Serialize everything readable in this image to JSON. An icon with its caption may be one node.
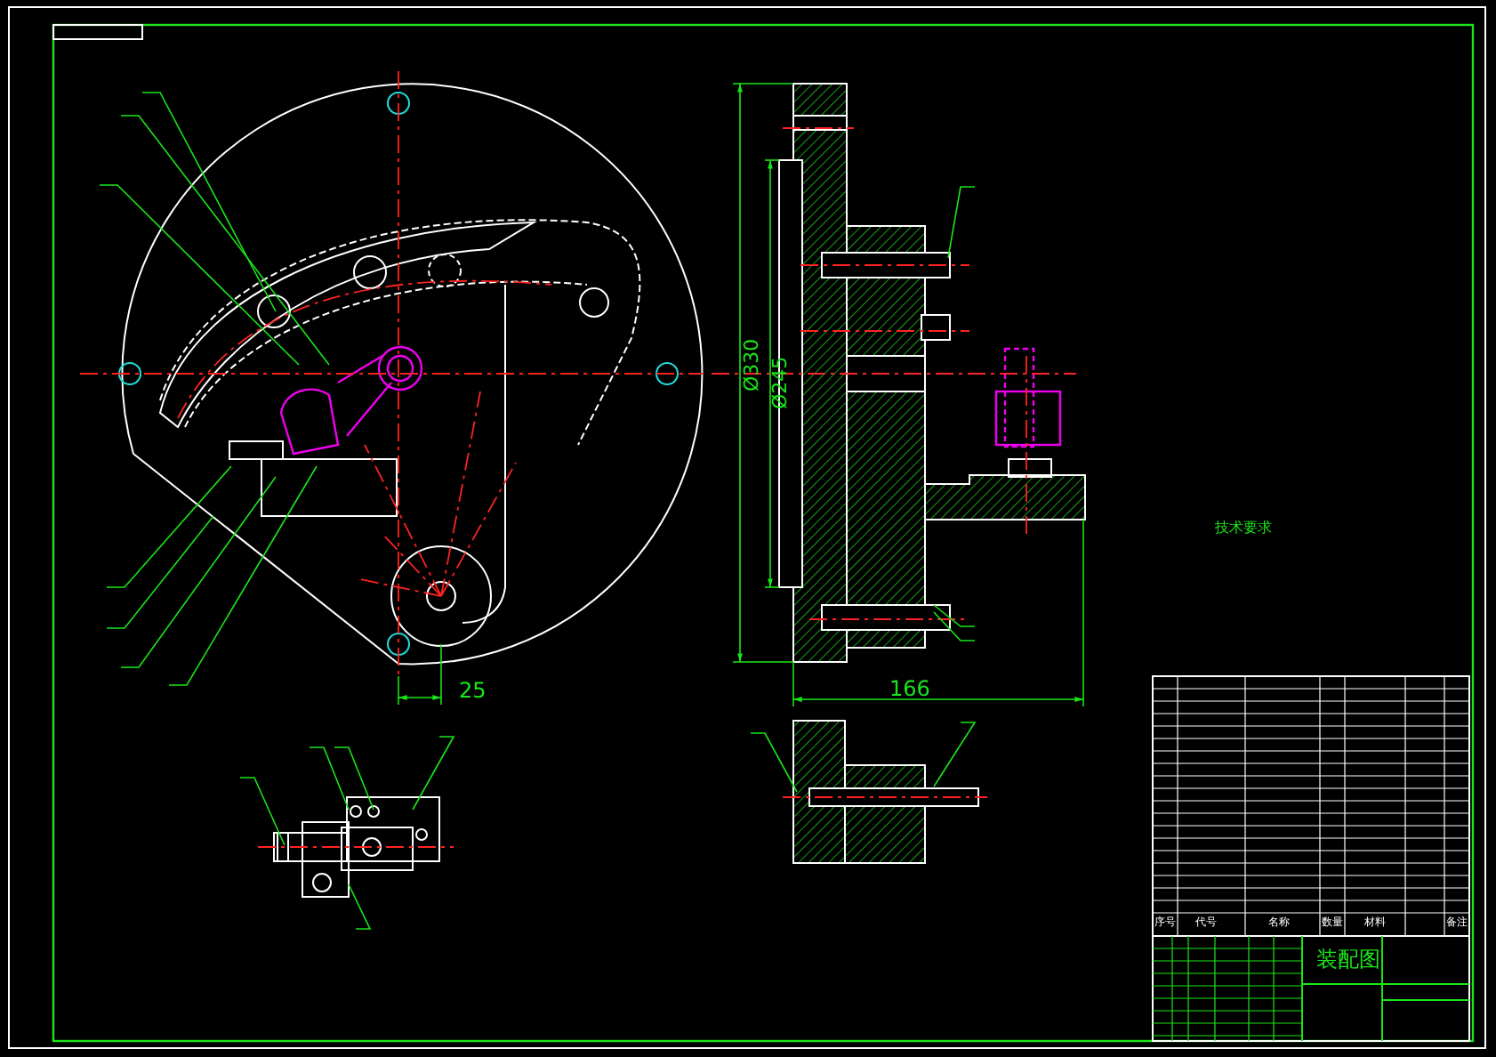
{
  "diagram": {
    "labels": [
      "Ø330",
      "Ø245",
      "技术要求",
      "25",
      "166",
      "序号",
      "代号",
      "名称",
      "数量",
      "材料",
      "备注",
      "装配图"
    ]
  }
}
